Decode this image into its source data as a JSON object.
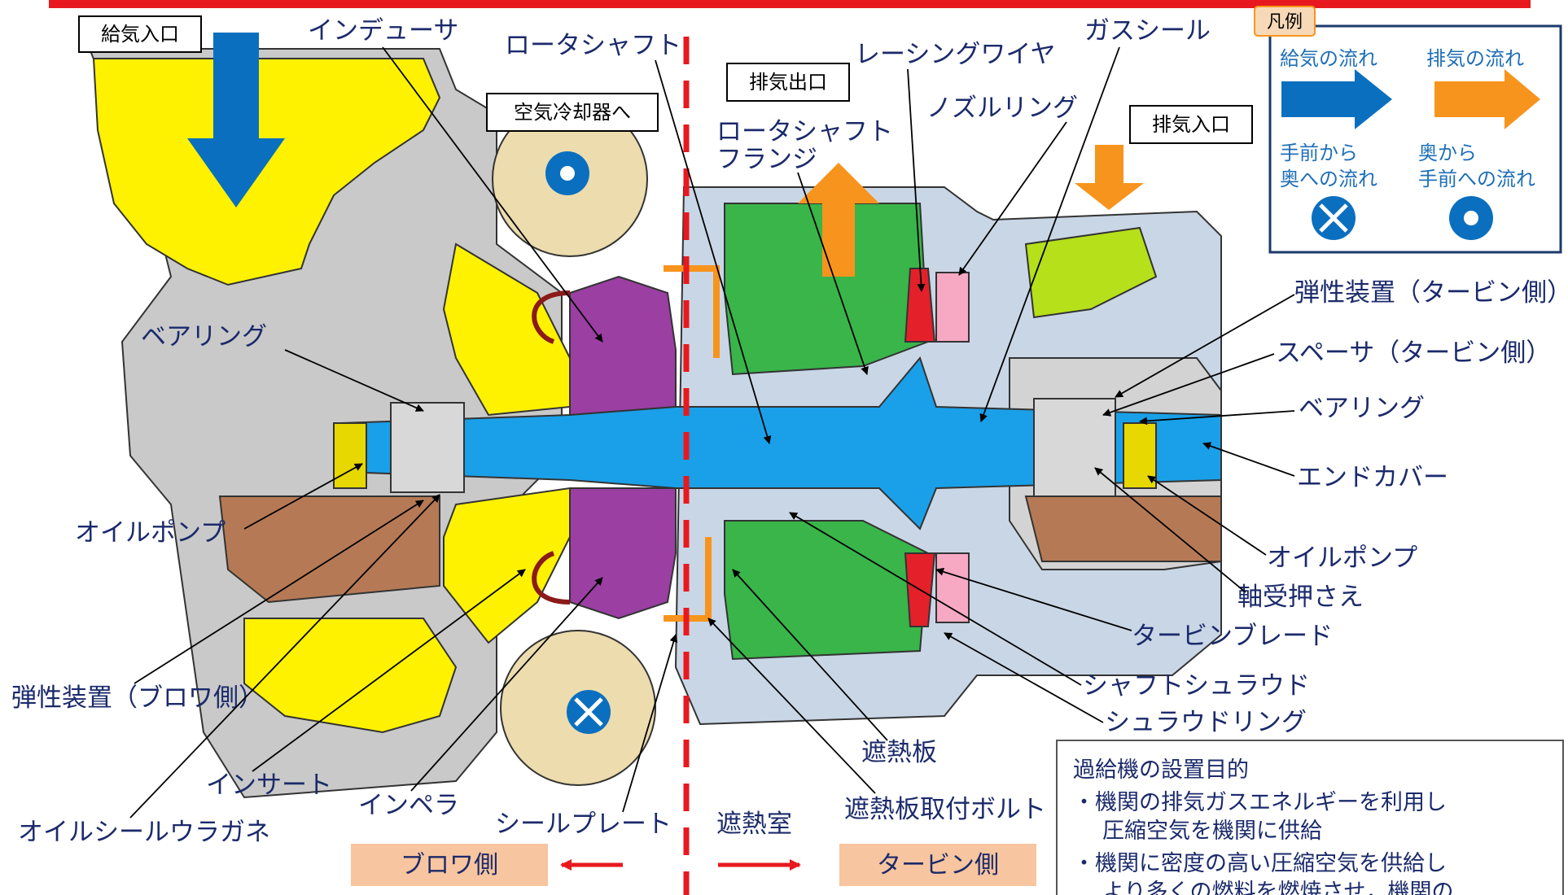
{
  "labels": {
    "air_inlet": "給気入口",
    "inducer": "インデューサ",
    "rotor_shaft": "ロータシャフト",
    "to_air_cooler": "空気冷却器へ",
    "exhaust_outlet": "排気出口",
    "lacing_wire": "レーシングワイヤ",
    "gas_seal": "ガスシール",
    "nozzle_ring": "ノズルリング",
    "rotor_flange_1": "ロータシャフト",
    "rotor_flange_2": "フランジ",
    "exhaust_inlet": "排気入口",
    "bearing_left": "ベアリング",
    "oil_pump_left": "オイルポンプ",
    "elastic_blower": "弾性装置（ブロワ側）",
    "insert": "インサート",
    "oil_seal_nut": "オイルシールウラガネ",
    "impeller": "インペラ",
    "seal_plate": "シールプレート",
    "heat_shield_room": "遮熱室",
    "heat_shield_bolt": "遮熱板取付ボルト",
    "heat_shield_plate": "遮熱板",
    "shroud_ring": "シュラウドリング",
    "shaft_shroud": "シャフトシュラウド",
    "turbine_blade": "タービンブレード",
    "bearing_holder": "軸受押さえ",
    "oil_pump_right": "オイルポンプ",
    "end_cover": "エンドカバー",
    "bearing_right": "ベアリング",
    "spacer_turbine": "スペーサ（タービン側）",
    "elastic_turbine": "弾性装置（タービン側）"
  },
  "legend": {
    "title": "凡例",
    "intake_flow": "給気の流れ",
    "exhaust_flow": "排気の流れ",
    "front_to_back_1": "手前から",
    "front_to_back_2": "奥への流れ",
    "back_to_front_1": "奥から",
    "back_to_front_2": "手前への流れ"
  },
  "sides": {
    "blower": "ブロワ側",
    "turbine": "タービン側"
  },
  "purpose": {
    "title": "過給機の設置目的",
    "line1": "・機関の排気ガスエネルギーを利用し",
    "line2": "圧縮空気を機関に供給",
    "line3": "・機関に密度の高い圧縮空気を供給し",
    "line4": "より多くの燃料を燃焼させ，機関の"
  },
  "colors": {
    "top_bar": "#e8191e",
    "intake_arrow": "#0b6fbf",
    "exhaust_arrow": "#f7941d",
    "shaft": "#1aa0e8",
    "impeller": "#9b3fa3",
    "turbine_disk": "#39b54a",
    "inlet_casing": "#fff200",
    "oil_sump": "#b57a55",
    "volute": "#ecdcae",
    "blade": "#e4202a",
    "nozzle_pink": "#f7a9c4",
    "guide_vane": "#b5e01a",
    "side_box": "#f7c59f",
    "centerline": "#e8191e"
  }
}
